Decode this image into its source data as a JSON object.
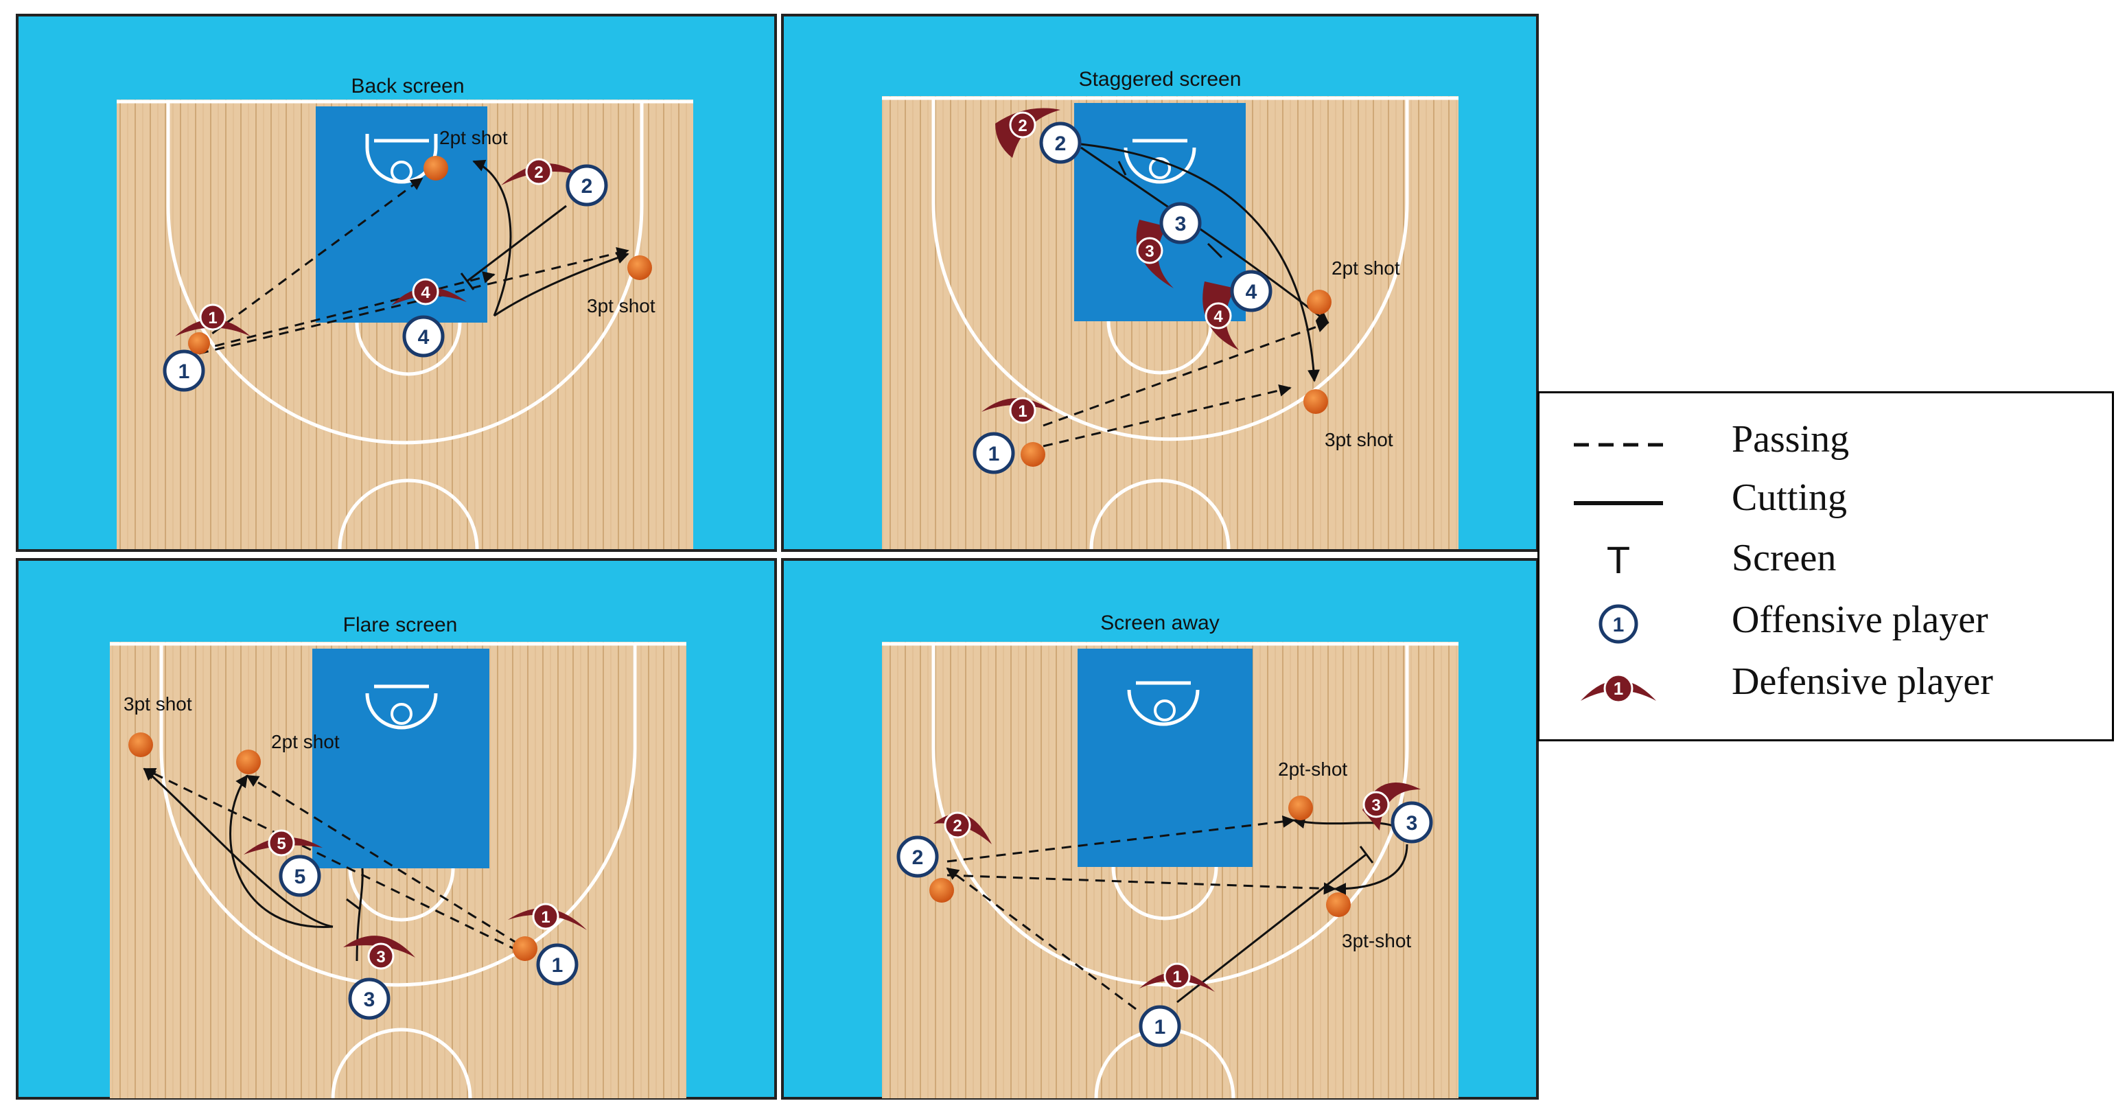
{
  "panels": [
    {
      "id": "back",
      "title": "Back screen",
      "shots": [
        "2pt shot",
        "3pt shot"
      ]
    },
    {
      "id": "staggered",
      "title": "Staggered screen",
      "shots": [
        "2pt shot",
        "3pt shot"
      ]
    },
    {
      "id": "flare",
      "title": "Flare screen",
      "shots": [
        "3pt shot",
        "2pt shot"
      ]
    },
    {
      "id": "away",
      "title": "Screen away",
      "shots": [
        "2pt-shot",
        "3pt-shot"
      ]
    }
  ],
  "legend": {
    "passing": "Passing",
    "cutting": "Cutting",
    "screen_symbol": "T",
    "screen": "Screen",
    "offensive_player": "Offensive player",
    "defensive_player": "Defensive player",
    "sample_number": "1"
  },
  "colors": {
    "backdrop": "#23bfe9",
    "paint": "#1784cc",
    "wood": "#e8c9a1",
    "court_line": "#ffffff",
    "offense_ring": "#1a3a6b",
    "defense": "#7b1a22",
    "ball": "#e2631b",
    "route": "#111111"
  }
}
